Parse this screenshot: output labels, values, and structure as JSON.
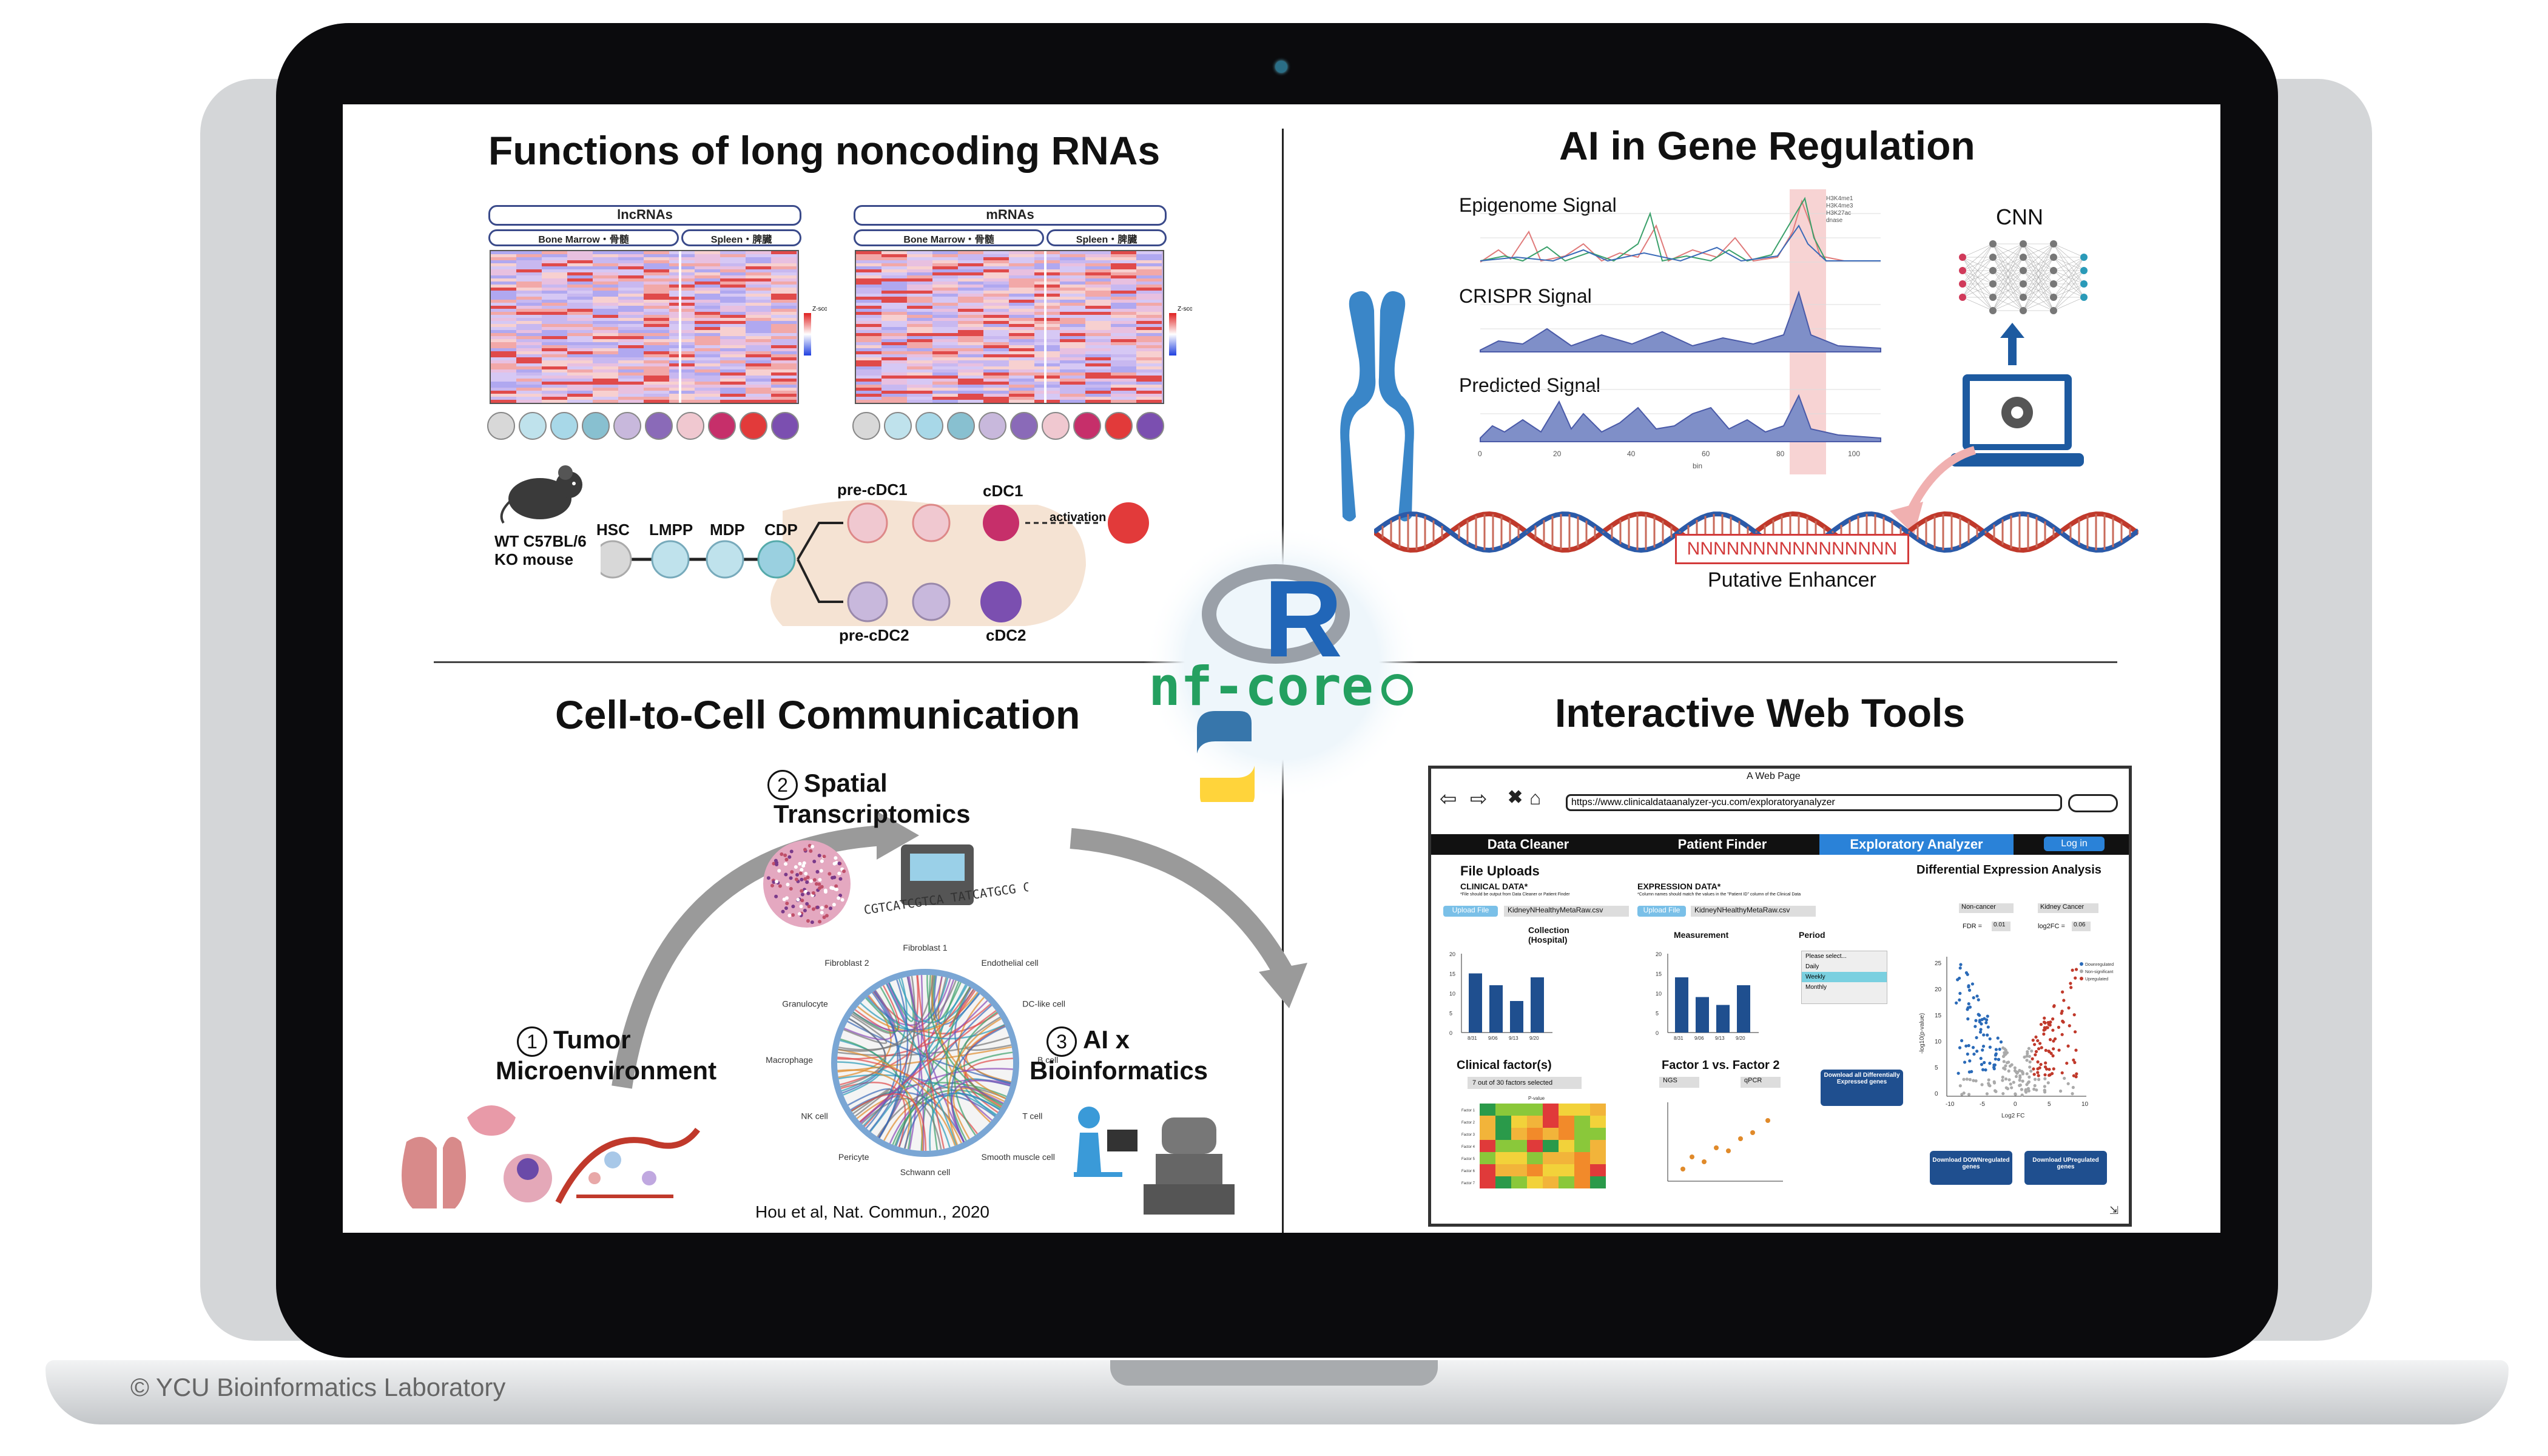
{
  "colors": {
    "accent_red": "#e04a4a",
    "blue": "#3a6ab8",
    "screen_bg": "#ffffff",
    "bezel": "#0b0b0d",
    "orange": "#e08a2a"
  },
  "lncrna": {
    "title": "Functions of long noncoding RNAs",
    "heatmap_left": {
      "header": "lncRNAs",
      "group1": "Bone Marrow・骨髄",
      "group2": "Spleen・脾臓"
    },
    "heatmap_right": {
      "header": "mRNAs",
      "group1": "Bone Marrow・骨髄",
      "group2": "Spleen・脾臓"
    },
    "zscore_label": "Z-score",
    "mouse_label_1": "WT C57BL/6",
    "mouse_label_2": "KO mouse",
    "cells": [
      "HSC",
      "LMPP",
      "MDP",
      "CDP",
      "pre-cDC1",
      "cDC1",
      "pre-cDC2",
      "cDC2"
    ],
    "activation": "activation"
  },
  "ai": {
    "title": "AI in Gene Regulation",
    "tracks": [
      "Epigenome Signal",
      "CRISPR Signal",
      "Predicted  Signal"
    ],
    "legend": [
      "H3K4me1",
      "H3K4me3",
      "H3K27ac",
      "dnase"
    ],
    "x_ticks": [
      "0",
      "20",
      "40",
      "60",
      "80",
      "100"
    ],
    "x_unit": "bin",
    "cnn": "CNN",
    "sequence": "NNNNNNNNNNNNNNNN",
    "enhancer": "Putative Enhancer"
  },
  "logos": {
    "r": "R",
    "nfcore": "nf-core"
  },
  "comm": {
    "title": "Cell-to-Cell Communication",
    "step2_num": "2",
    "step2_line1": "Spatial",
    "step2_line2": "Transcriptomics",
    "step1_num": "1",
    "step1_line1": "Tumor",
    "step1_line2": "Microenvironment",
    "step3_num": "3",
    "step3_line1": "AI x",
    "step3_line2": "Bioinformatics",
    "dna_text": "CGTCATCGTCA TATCATGCG CTATCCATGCG",
    "chord_labels": [
      "Fibroblast 1",
      "Endothelial cell",
      "DC-like cell",
      "B cell",
      "T cell",
      "Smooth muscle cell",
      "Schwann cell",
      "Pericyte",
      "NK cell",
      "Macrophage",
      "Granulocyte",
      "Fibroblast 2"
    ],
    "citation": "Hou et al, Nat. Commun., 2020"
  },
  "web": {
    "title": "Interactive Web Tools",
    "window_title": "A Web Page",
    "url": "https://www.clinicaldataanalyzer-ycu.com/exploratoryanalyzer",
    "tabs": [
      "Data Cleaner",
      "Patient Finder",
      "Exploratory Analyzer"
    ],
    "login": "Log in",
    "file_uploads": "File Uploads",
    "clinical_data": "CLINICAL DATA*",
    "clinical_note": "*File should be output from Data Cleaner or Patient Finder",
    "upload_file": "Upload File",
    "clinical_file": "KidneyNHealthyMetaRaw.csv",
    "collection": "Collection",
    "collection_sub": "(Hospital)",
    "expression_data": "EXPRESSION DATA*",
    "expression_note": "*Column names should match the values in the \"Patient ID\" column of the Clinical Data",
    "expression_file": "KidneyNHealthyMetaRaw.csv",
    "measurement": "Measurement",
    "period": "Period",
    "period_options": [
      "Please select...",
      "Daily",
      "Weekly",
      "Monthly"
    ],
    "bar_y_ticks": [
      "20",
      "15",
      "10",
      "5",
      "0"
    ],
    "bar_x_ticks": [
      "8/31",
      "9/06",
      "9/13",
      "9/20"
    ],
    "bars_left": [
      15,
      12,
      8,
      14
    ],
    "bars_right": [
      14,
      9,
      7,
      12
    ],
    "clinical_factors": "Clinical factor(s)",
    "factors_selected": "7 out of 30 factors selected",
    "factor_vs": "Factor 1 vs. Factor 2",
    "factor1": "NGS",
    "factor2": "qPCR",
    "download_all": "Download all Differentially Expressed genes",
    "dea_title": "Differential Expression Analysis",
    "non_cancer": "Non-cancer",
    "kidney_cancer": "Kidney Cancer",
    "fdr": "FDR =",
    "fdr_val": "0.01",
    "log2fc": "log2FC =",
    "log2fc_val": "0.06",
    "volcano_y": "-log10(p-value)",
    "volcano_x": "Log2 FC",
    "volcano_x_ticks": [
      "-10",
      "-5",
      "0",
      "5",
      "10"
    ],
    "volcano_y_ticks": [
      "25",
      "20",
      "15",
      "10",
      "5",
      "0"
    ],
    "volcano_legend": [
      "Downregulated",
      "Non-significant",
      "Upregulated"
    ],
    "download_down": "Download DOWNregulated genes",
    "download_up": "Download UPregulated genes",
    "heat_rows": [
      "Factor 1",
      "Factor 2",
      "Factor 3",
      "Factor 4",
      "Factor 5",
      "Factor 6",
      "Factor 7"
    ],
    "pvalue": "P-value"
  },
  "footer": "© YCU Bioinformatics Laboratory"
}
